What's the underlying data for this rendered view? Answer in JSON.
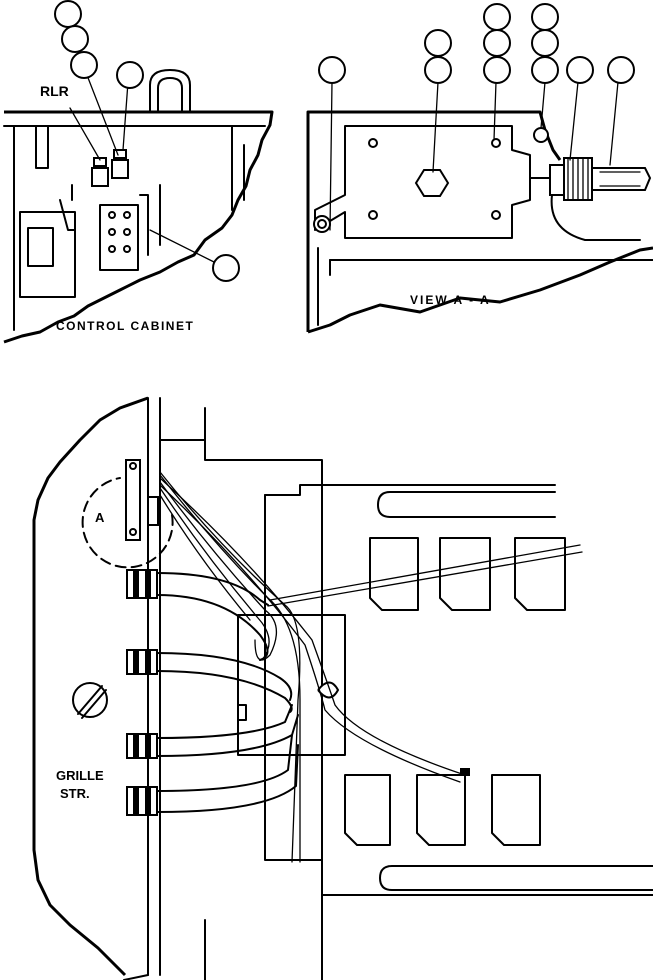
{
  "labels": {
    "control_cabinet": "CONTROL CABINET",
    "view_a_a": "VIEW A - A",
    "rlr": "RLR",
    "section_a": "A",
    "grille_line1": "GRILLE",
    "grille_line2": "STR."
  }
}
